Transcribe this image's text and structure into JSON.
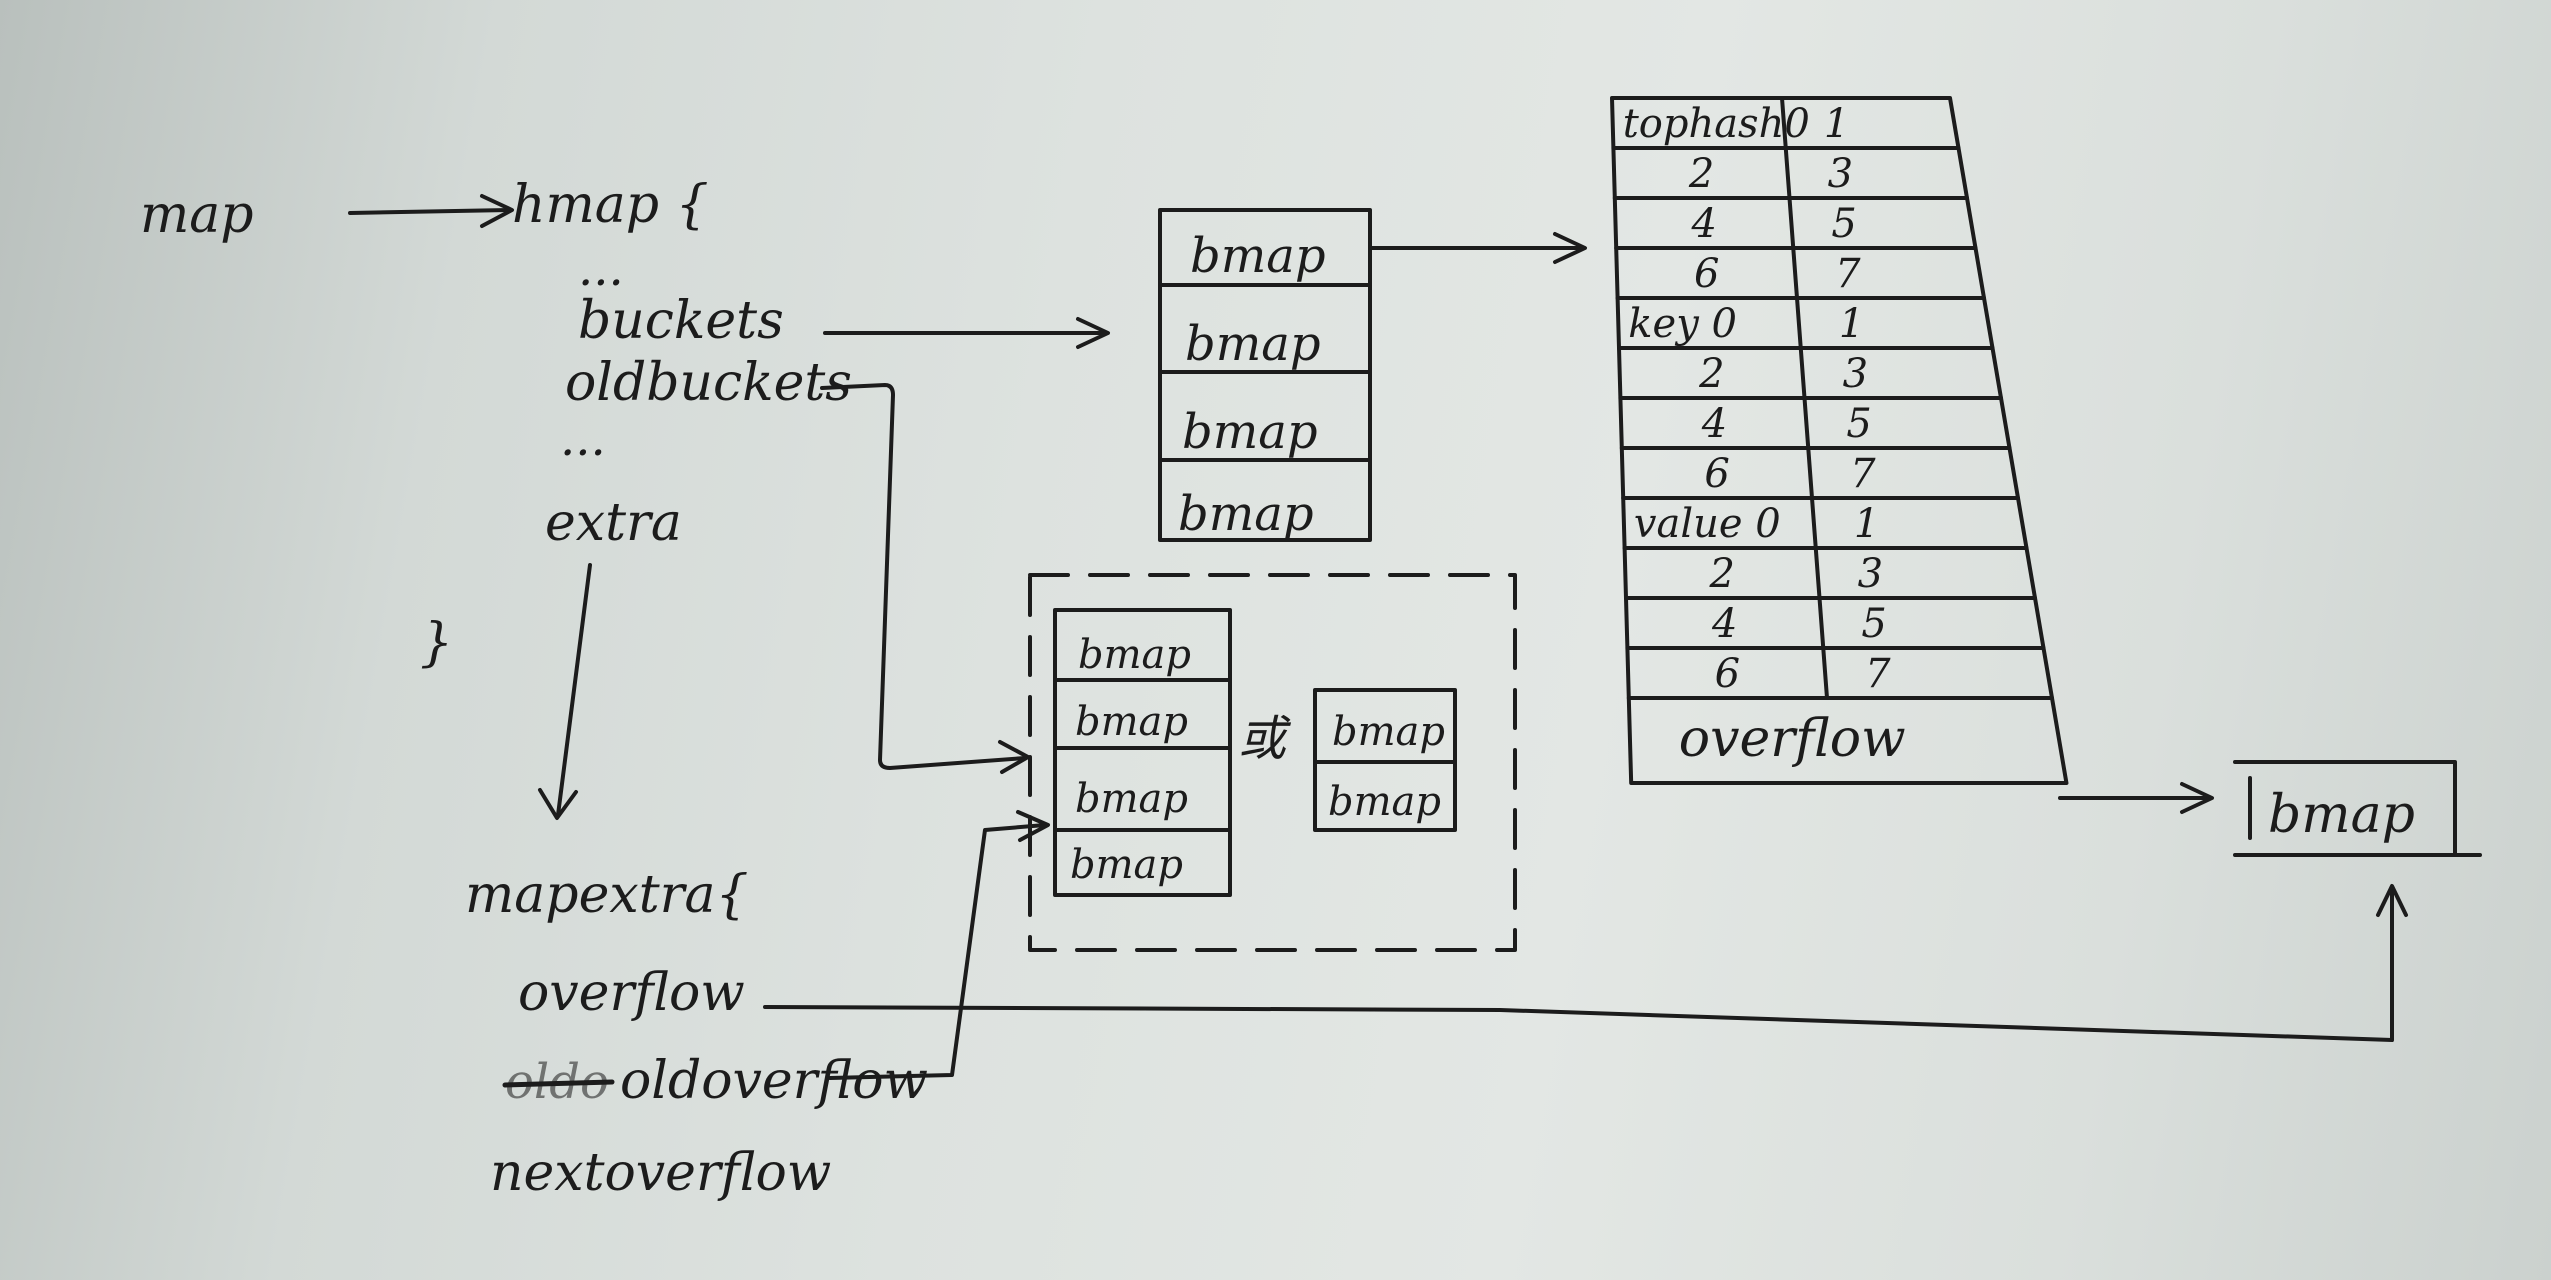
{
  "diagram": {
    "map_label": "map",
    "hmap": {
      "header": "hmap {",
      "ellipsis_top": "...",
      "fields": [
        "buckets",
        "oldbuckets",
        "...",
        "extra"
      ],
      "close": "}"
    },
    "buckets_array": [
      "bmap",
      "bmap",
      "bmap",
      "bmap"
    ],
    "oldbuckets_group": {
      "array": [
        "bmap",
        "bmap",
        "bmap",
        "bmap"
      ],
      "or_label": "或",
      "alt_array": [
        "bmap",
        "bmap"
      ]
    },
    "bucket_detail": {
      "rows": [
        [
          "tophash0",
          "1"
        ],
        [
          "2",
          "3"
        ],
        [
          "4",
          "5"
        ],
        [
          "6",
          "7"
        ],
        [
          "key 0",
          "1"
        ],
        [
          "2",
          "3"
        ],
        [
          "4",
          "5"
        ],
        [
          "6",
          "7"
        ],
        [
          "value 0",
          "1"
        ],
        [
          "2",
          "3"
        ],
        [
          "4",
          "5"
        ],
        [
          "6",
          "7"
        ]
      ],
      "footer": "overflow"
    },
    "overflow_target": "bmap",
    "mapextra": {
      "header": "mapextra{",
      "fields": [
        "overflow",
        "oldoverflow",
        "nextoverflow"
      ],
      "struck_text": "oldo"
    }
  }
}
